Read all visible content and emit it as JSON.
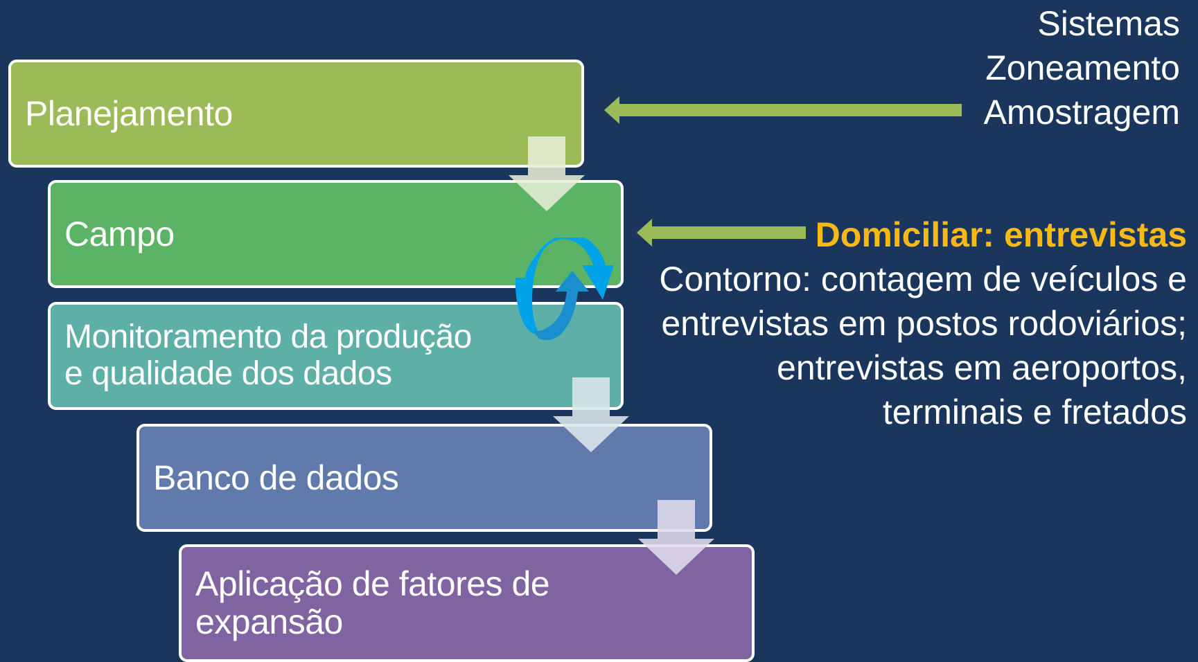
{
  "colors": {
    "background": "#1a365d",
    "step_1": "#9bbb59",
    "step_2": "#5bb465",
    "step_3": "#5eb0a6",
    "step_4": "#607aab",
    "step_5": "#8064a2",
    "side_arrow": "#9bbb59",
    "highlight": "#f6b916",
    "cycle_arrow": "#00a3e8"
  },
  "steps": [
    {
      "label": "Planejamento"
    },
    {
      "label": "Campo"
    },
    {
      "label": "Monitoramento da produção\ne qualidade dos dados"
    },
    {
      "label": "Banco de dados"
    },
    {
      "label": "Aplicação de fatores de\nexpansão"
    }
  ],
  "planning_notes": [
    "Sistemas",
    "Zoneamento",
    "Amostragem"
  ],
  "field_notes": {
    "highlight": "Domiciliar: entrevistas",
    "detail": "Contorno: contagem de veículos e\nentrevistas em postos rodoviários;\nentrevistas em aeroportos,\nterminais e fretados"
  },
  "icons": {
    "down_arrow": "down-arrow-icon",
    "left_arrow": "left-arrow-icon",
    "cycle": "cycle-arrows-icon"
  }
}
